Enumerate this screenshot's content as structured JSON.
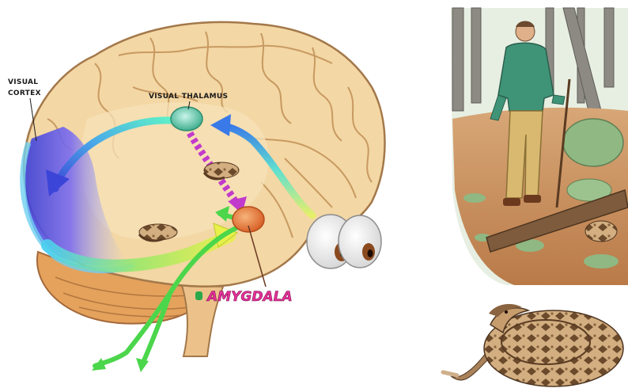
{
  "labels": {
    "visual_cortex": [
      "VISUAL",
      "CORTEX"
    ],
    "visual_thalamus": "VISUAL THALAMUS",
    "amygdala": "AMYGDALA"
  },
  "colors": {
    "brain_fill": "#f3d7a4",
    "brain_outline": "#a3784a",
    "cerebellum": "#e4a25c",
    "visual_cortex_glow": "#6a5ad6",
    "thalamus": "#6cc7a9",
    "amygdala": "#e9813f",
    "green_pathway": "#4bd64b",
    "magenta_pathway": "#c23acb",
    "amygdala_label": "#e8309a",
    "forest_ground": "#c98f5c",
    "jacket": "#3f9478",
    "snake": "#b8895a"
  },
  "icons": [
    "eye-icon",
    "snake-icon",
    "hiker-figure",
    "rattlesnake-figure"
  ]
}
